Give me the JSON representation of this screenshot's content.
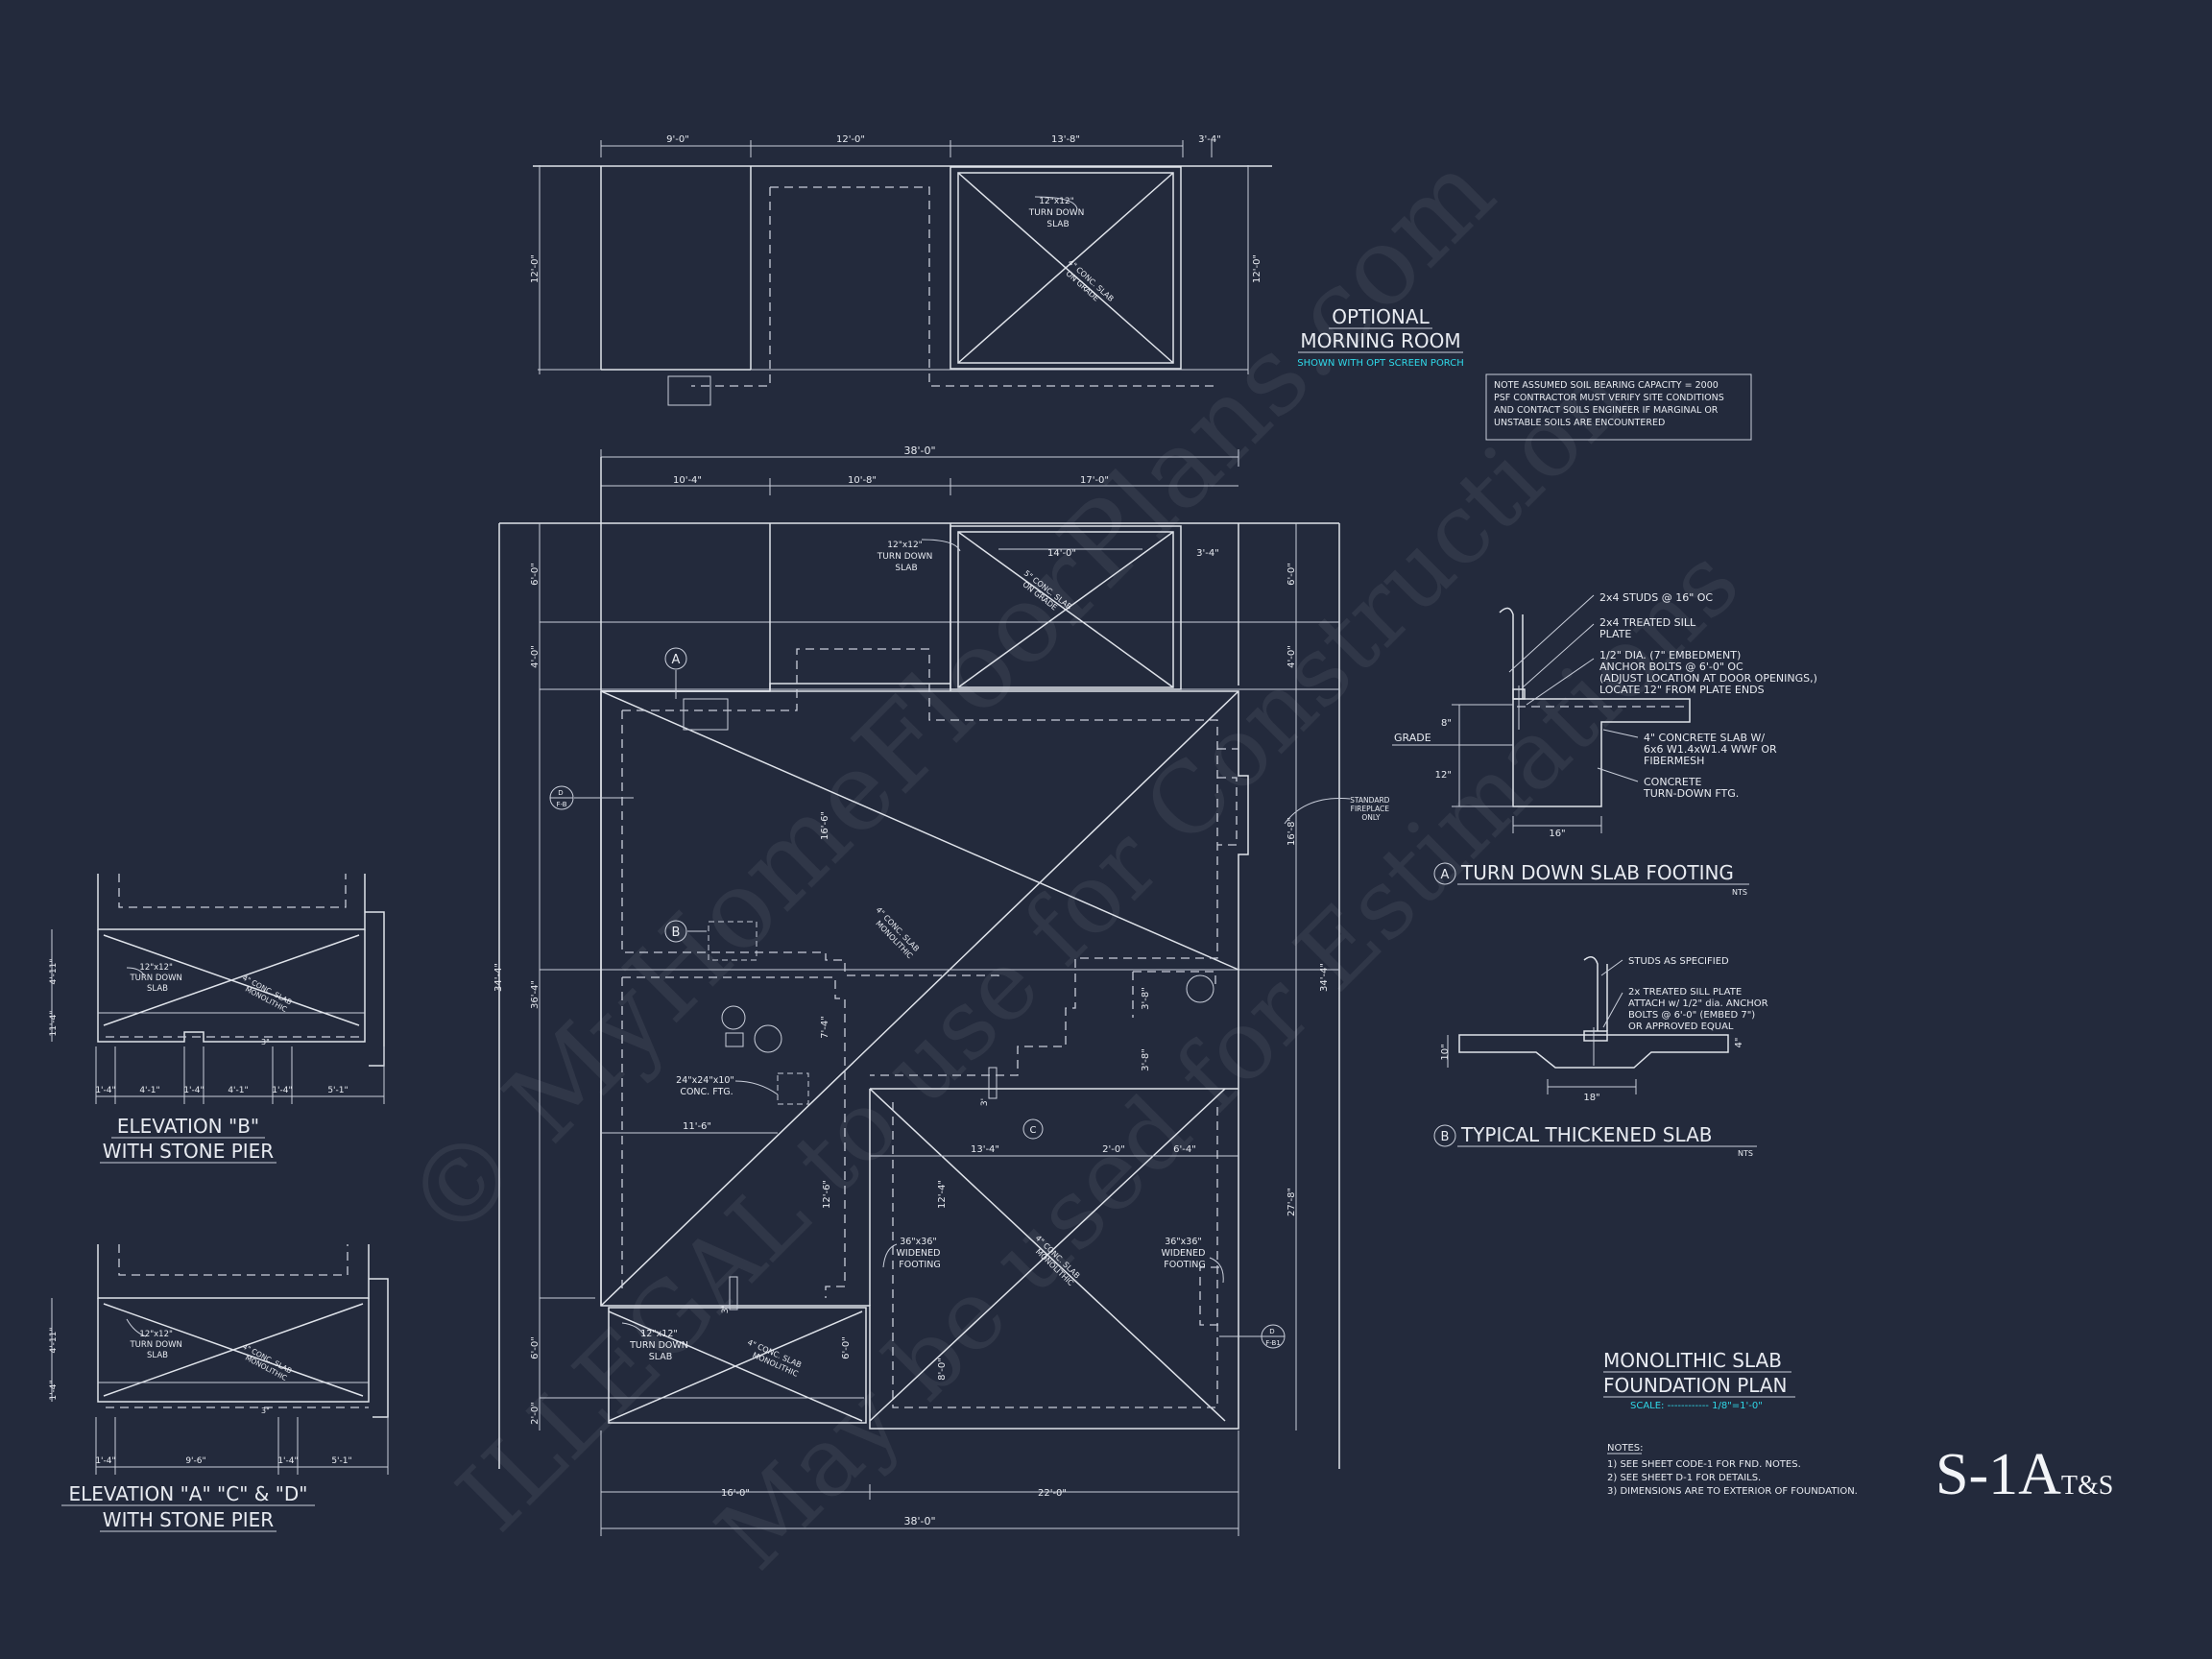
{
  "sheet": {
    "number": "S-1A",
    "suffix": "T&S",
    "colors": {
      "background": "#232a3c",
      "lines": "#dfe3ea",
      "accent": "#2fd8e8"
    }
  },
  "watermark": {
    "line1": "© MyHomeFloorPlans.com",
    "line2": "ILLEGAL to use for Construction",
    "line3": "May be used for Estimations"
  },
  "morning_room": {
    "title1": "OPTIONAL",
    "title2": "MORNING ROOM",
    "subtitle": "SHOWN WITH OPT SCREEN PORCH",
    "dims_top": [
      "9'-0\"",
      "12'-0\"",
      "13'-8\"",
      "3'-4\""
    ],
    "dim_left": "12'-0\"",
    "dim_right": "12'-0\"",
    "slab_note": [
      "12\"x12\"",
      "TURN DOWN",
      "SLAB"
    ],
    "conc_note": [
      "4\" CONC. SLAB",
      "ON GRADE"
    ]
  },
  "soil_note": [
    "NOTE ASSUMED SOIL BEARING CAPACITY = 2000",
    "PSF CONTRACTOR MUST VERIFY SITE CONDITIONS",
    "AND CONTACT SOILS ENGINEER IF MARGINAL OR",
    "UNSTABLE SOILS ARE ENCOUNTERED"
  ],
  "plan": {
    "overall_top": "38'-0\"",
    "dims_top": [
      "10'-4\"",
      "10'-8\"",
      "17'-0\""
    ],
    "porch_dims": [
      "14'-0\"",
      "3'-4\""
    ],
    "porch_slab_note": [
      "12\"x12\"",
      "TURN DOWN",
      "SLAB"
    ],
    "porch_conc": [
      "5\" CONC. SLAB",
      "ON GRADE"
    ],
    "left_dims": [
      "6'-0\"",
      "4'-0\"",
      "34'-4\"",
      "36'-4\"",
      "6'-0\"",
      "2'-0\""
    ],
    "right_dims": [
      "6'-0\"",
      "4'-0\"",
      "16'-8\"",
      "34'-4\"",
      "27'-8\""
    ],
    "interior_dims": [
      "16'-6\"",
      "7'-4\"",
      "11'-6\"",
      "12'-6\"",
      "12'-4\"",
      "13'-4\"",
      "2'-0\"",
      "6'-4\"",
      "3'-8\"",
      "3'-8\"",
      "3'",
      "3'",
      "6'-0\"",
      "8'-0\""
    ],
    "bottom_dims": [
      "16'-0\"",
      "22'-0\""
    ],
    "overall_bottom": "38'-0\"",
    "main_slab": [
      "4\" CONC. SLAB",
      "MONOLITHIC"
    ],
    "ftg_note": [
      "24\"x24\"x10\"",
      "CONC. FTG."
    ],
    "widened_left": [
      "36\"x36\"",
      "WIDENED",
      "FOOTING"
    ],
    "widened_right": [
      "36\"x36\"",
      "WIDENED",
      "FOOTING"
    ],
    "fireplace": [
      "STANDARD",
      "FIREPLACE",
      "ONLY"
    ],
    "bottom_slab_note": [
      "12\"x12\"",
      "TURN DOWN",
      "SLAB"
    ],
    "bottom_slab_conc": [
      "4\" CONC. SLAB",
      "MONOLITHIC"
    ],
    "marker_a": "A",
    "marker_b": "B",
    "marker_d1": [
      "D",
      "F-B"
    ],
    "marker_d2": [
      "D",
      "F-B1"
    ],
    "marker_c": "C"
  },
  "elev_b": {
    "title1": "ELEVATION \"B\"",
    "title2": "WITH STONE PIER",
    "slab_note": [
      "12\"x12\"",
      "TURN DOWN",
      "SLAB"
    ],
    "conc": [
      "4\" CONC. SLAB",
      "MONOLITHIC"
    ],
    "left_dims": [
      "4'-11\"",
      "11'-4\""
    ],
    "bottom_dims": [
      "1'-4\"",
      "4'-1\"",
      "1'-4\"",
      "4'-1\"",
      "1'-4\"",
      "5'-1\""
    ],
    "small_dim": "3\""
  },
  "elev_acd": {
    "title1": "ELEVATION \"A\" \"C\" & \"D\"",
    "title2": "WITH STONE PIER",
    "slab_note": [
      "12\"x12\"",
      "TURN DOWN",
      "SLAB"
    ],
    "conc": [
      "4\" CONC. SLAB",
      "MONOLITHIC"
    ],
    "left_dims": [
      "4'-11\"",
      "1'-4\""
    ],
    "bottom_dims": [
      "1'-4\"",
      "9'-6\"",
      "1'-4\"",
      "5'-1\""
    ],
    "small_dim": "3\""
  },
  "detail_a": {
    "marker": "A",
    "title": "TURN DOWN SLAB FOOTING",
    "scale": "NTS",
    "notes": [
      [
        "2x4 STUDS @ 16\" OC"
      ],
      [
        "2x4 TREATED SILL",
        "PLATE"
      ],
      [
        "1/2\" DIA. (7\" EMBEDMENT)",
        "ANCHOR BOLTS @ 6'-0\" OC",
        "(ADJUST LOCATION AT DOOR OPENINGS,)",
        "LOCATE 12\" FROM PLATE ENDS"
      ],
      [
        "4\" CONCRETE SLAB W/",
        "6x6 W1.4xW1.4 WWF OR",
        "FIBERMESH"
      ],
      [
        "CONCRETE",
        "TURN-DOWN FTG."
      ]
    ],
    "grade": "GRADE",
    "dims": [
      "8\"",
      "12\"",
      "16\""
    ]
  },
  "detail_b": {
    "marker": "B",
    "title": "TYPICAL THICKENED SLAB",
    "scale": "NTS",
    "notes": [
      [
        "STUDS AS SPECIFIED"
      ],
      [
        "2x TREATED SILL PLATE",
        "ATTACH w/ 1/2\" dia. ANCHOR",
        "BOLTS @ 6'-0\" (EMBED 7\")",
        "OR APPROVED EQUAL"
      ]
    ],
    "dims": [
      "10\"",
      "4\"",
      "18\""
    ]
  },
  "plan_title": {
    "line1": "MONOLITHIC SLAB",
    "line2": "FOUNDATION PLAN",
    "scale": "SCALE: ------------ 1/8\"=1'-0\""
  },
  "notes": {
    "heading": "NOTES:",
    "items": [
      "1) SEE SHEET CODE-1 FOR FND. NOTES.",
      "2) SEE SHEET D-1 FOR DETAILS.",
      "3) DIMENSIONS ARE TO EXTERIOR OF FOUNDATION."
    ]
  }
}
